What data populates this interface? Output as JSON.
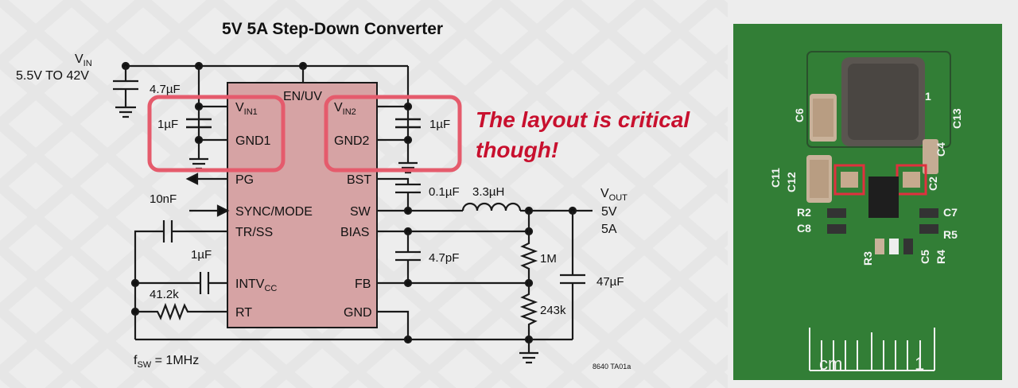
{
  "title": "5V 5A Step-Down Converter",
  "callout": {
    "line1": "The layout is critical",
    "line2": "though!",
    "color": "#c8102e"
  },
  "colors": {
    "ic_fill": "#d8a5a5",
    "highlight": "#e35a6a",
    "board": "#2f7a36"
  },
  "input": {
    "vin": "V",
    "vin_sub": "IN",
    "range": "5.5V TO 42V",
    "cap_in": "4.7µF"
  },
  "ic_pins": {
    "vin1": "V",
    "vin1_sub": "IN1",
    "gnd1": "GND1",
    "en": "EN/UV",
    "vin2": "V",
    "vin2_sub": "IN2",
    "gnd2": "GND2",
    "pg": "PG",
    "sync": "SYNC/MODE",
    "trss": "TR/SS",
    "intvcc": "INTV",
    "intvcc_sub": "CC",
    "rt": "RT",
    "bst": "BST",
    "sw": "SW",
    "bias": "BIAS",
    "fb": "FB",
    "gnd": "GND"
  },
  "components": {
    "c_vin1": "1µF",
    "c_vin2": "1µF",
    "c_bst": "0.1µF",
    "l_out": "3.3µH",
    "c_trss": "10nF",
    "c_intvcc": "1µF",
    "r_rt": "41.2k",
    "c_ff": "4.7pF",
    "r_top": "1M",
    "r_bot": "243k",
    "c_out": "47µF"
  },
  "output": {
    "vout": "V",
    "vout_sub": "OUT",
    "voltage": "5V",
    "current": "5A"
  },
  "fsw": {
    "f": "f",
    "sub": "SW",
    "value": " = 1MHz"
  },
  "figure_id": "8640 TA01a",
  "board": {
    "labels": [
      "C6",
      "C13",
      "C4",
      "C11",
      "C12",
      "C2",
      "R2",
      "C8",
      "C7",
      "R5",
      "R3",
      "C5",
      "R4",
      "1"
    ],
    "scale_unit": "cm",
    "scale_mark": "1"
  }
}
